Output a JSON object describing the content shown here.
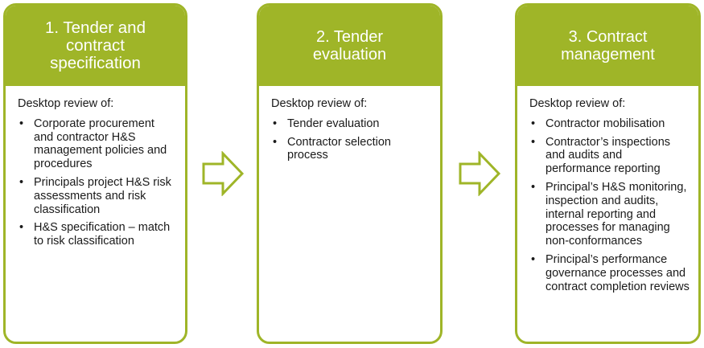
{
  "colors": {
    "accent": "#9fb528",
    "text": "#1a1a1a",
    "header_text": "#ffffff"
  },
  "stages": [
    {
      "title_lines": [
        "1. Tender and",
        "contract",
        "specification"
      ],
      "intro": "Desktop review of:",
      "items": [
        "Corporate procurement and contractor H&S management policies and procedures",
        "Principals project H&S risk assessments and risk classification",
        "H&S specification – match to risk classification"
      ]
    },
    {
      "title_lines": [
        "2. Tender",
        "evaluation"
      ],
      "intro": "Desktop review of:",
      "items": [
        "Tender evaluation",
        "Contractor selection process"
      ]
    },
    {
      "title_lines": [
        "3. Contract",
        "management"
      ],
      "intro": "Desktop review of:",
      "items": [
        "Contractor mobilisation",
        "Contractor’s inspections and audits and performance reporting",
        "Principal’s H&S monitoring, inspection and audits, internal reporting and processes for managing non-conformances",
        "Principal’s performance governance processes and contract completion reviews"
      ]
    }
  ],
  "arrows": [
    {
      "icon": "right-arrow-icon"
    },
    {
      "icon": "right-arrow-icon"
    }
  ]
}
